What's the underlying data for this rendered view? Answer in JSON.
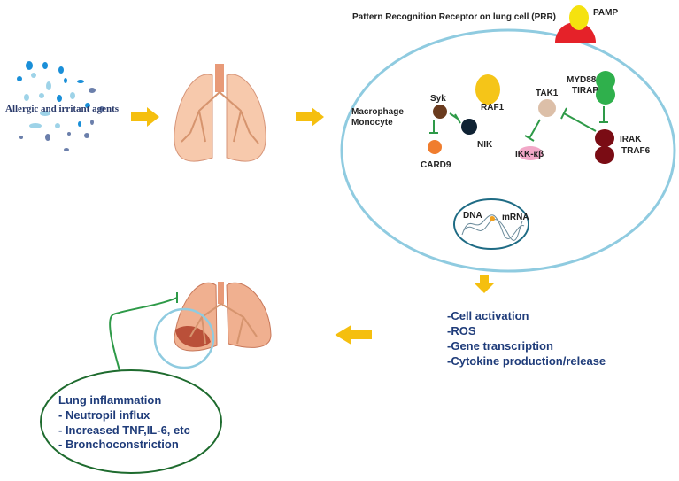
{
  "title": "Pattern Recognition Receptor on lung cell (PRR)",
  "pamp": "PAMP",
  "agents": "Allergic and irritant agents",
  "cell_type": [
    "Macrophage",
    "Monocyte"
  ],
  "molecules": {
    "syk": "Syk",
    "nik": "NIK",
    "card9": "CARD9",
    "raf1": "RAF1",
    "tak1": "TAK1",
    "ikk": "IKK-κβ",
    "myd88": "MYD88",
    "tirap": "TIRAP",
    "irak": "IRAK",
    "traf6": "TRAF6"
  },
  "nucleus": {
    "dna": "DNA",
    "mrna": "mRNA"
  },
  "outcomes": [
    "-Cell activation",
    "-ROS",
    "-Gene transcription",
    "-Cytokine production/release"
  ],
  "inflammation": {
    "title": "Lung inflammation",
    "items": [
      "- Neutropil influx",
      "- Increased TNF,IL-6, etc",
      "- Bronchoconstriction"
    ]
  },
  "colors": {
    "arrow": "#f5bf0f",
    "cell": "#8fcbe0",
    "inhibit": "#2e9a48",
    "text": "#1f3c7a"
  }
}
